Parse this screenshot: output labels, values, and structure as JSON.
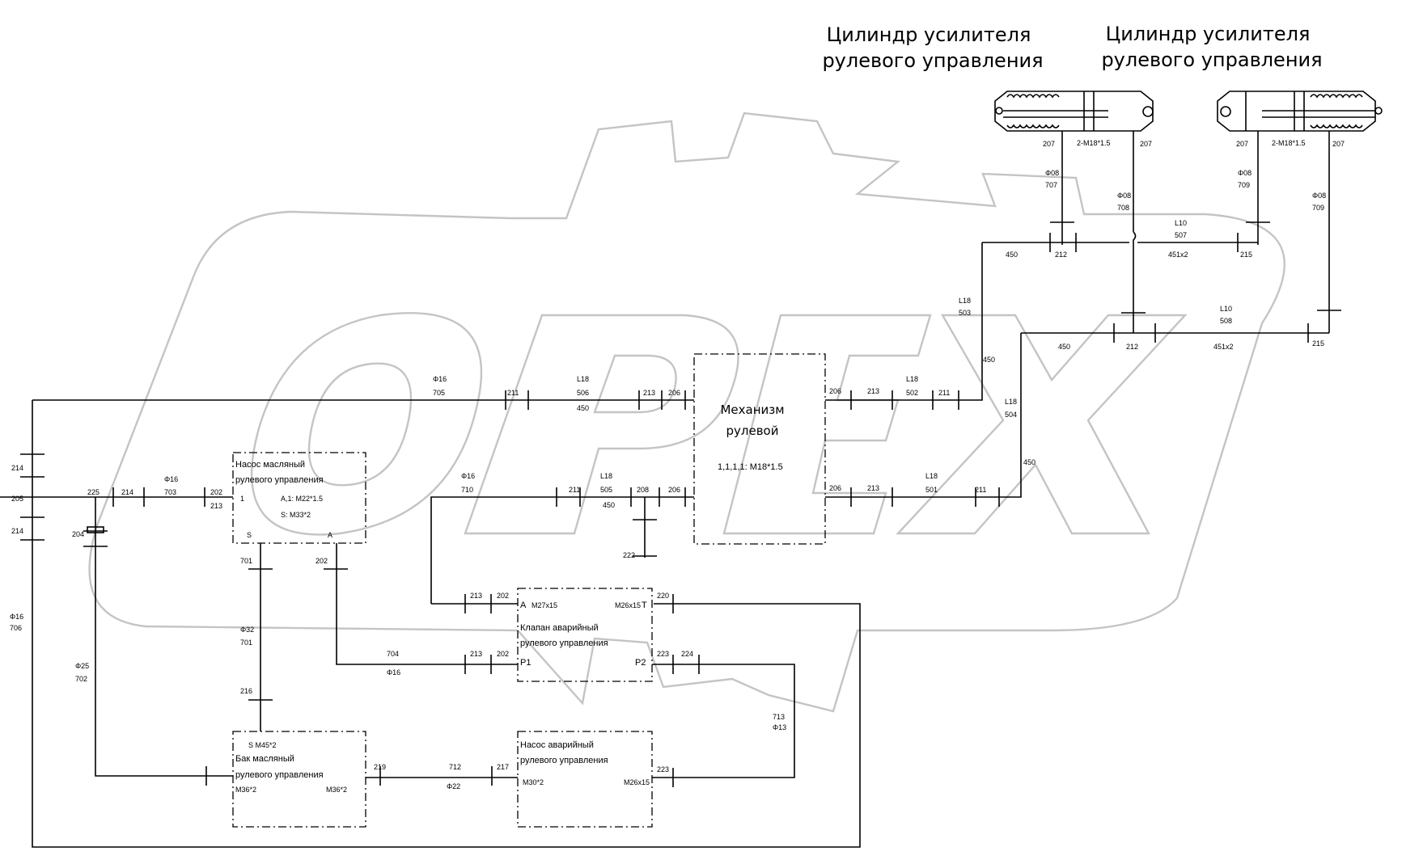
{
  "titles": {
    "cyl_left_1": "Цилиндр усилителя",
    "cyl_left_2": "рулевого управления",
    "cyl_right_1": "Цилиндр усилителя",
    "cyl_right_2": "рулевого управления"
  },
  "blocks": {
    "mech_1": "Механизм",
    "mech_2": "рулевой",
    "mech_spec": "1,1,1,1: M18*1.5",
    "pump_1": "Насос масляный",
    "pump_2": "рулевого управления",
    "pump_spec1": "A,1: M22*1.5",
    "pump_spec2": "S: M33*2",
    "pump_port_1": "1",
    "pump_port_s": "S",
    "pump_port_a": "A",
    "valve_1": "Клапан аварийный",
    "valve_2": "рулевого управления",
    "valve_a": "A",
    "valve_a_spec": "M27x15",
    "valve_t_spec": "M26x15",
    "valve_t": "T",
    "valve_p1": "P1",
    "valve_p2": "P2",
    "tank_spec": "S  M45*2",
    "tank_1": "Бак масляный",
    "tank_2": "рулевого управления",
    "tank_spec_l": "M36*2",
    "tank_spec_r": "M36*2",
    "epump_1": "Насос аварийный",
    "epump_2": "рулевого управления",
    "epump_spec_l": "M30*2",
    "epump_spec_r": "M26x15",
    "cyl_thread_l": "2-M18*1.5",
    "cyl_thread_r": "2-M18*1.5"
  },
  "labels": {
    "c207a": "207",
    "c207b": "207",
    "c207c": "207",
    "c207d": "207",
    "phi707": "Φ08",
    "n707": "707",
    "phi708": "Φ08",
    "n708": "708",
    "phi709a": "Φ08",
    "n709a": "709",
    "phi709b": "Φ08",
    "n709b": "709",
    "l10a": "L10",
    "n507": "507",
    "l10b": "L10",
    "n508": "508",
    "u450a": "450",
    "u212a": "212",
    "u451a": "451x2",
    "u215a": "215",
    "u450b": "450",
    "u212b": "212",
    "u451b": "451x2",
    "u215b": "215",
    "l18_503": "L18",
    "n503": "503",
    "v450a": "450",
    "l18_504": "L18",
    "n504": "504",
    "v450b": "450",
    "phi705": "Φ16",
    "n705": "705",
    "t211a": "211",
    "l18_506": "L18",
    "n506": "506",
    "u450c": "450",
    "t213a": "213",
    "t206a": "206",
    "t206b": "206",
    "t213b": "213",
    "l18_502": "L18",
    "n502": "502",
    "t211b": "211",
    "phi710": "Φ16",
    "n710": "710",
    "t211c": "211",
    "l18_505": "L18",
    "n505": "505",
    "u450d": "450",
    "t208": "208",
    "t206c": "206",
    "t222": "222",
    "t206d": "206",
    "t213c": "213",
    "l18_501": "L18",
    "n501": "501",
    "t211d": "211",
    "t214a": "214",
    "t205": "205",
    "t214b": "214",
    "t204": "204",
    "t225": "225",
    "t214c": "214",
    "phi703": "Φ16",
    "n703": "703",
    "t202a": "202",
    "t213d": "213",
    "phi706": "Φ16",
    "n706": "706",
    "t701": "701",
    "t202b": "202",
    "phi701": "Φ32",
    "n701": "701",
    "phi702": "Φ25",
    "n702": "702",
    "t216": "216",
    "t213e": "213",
    "t202c": "202",
    "t220": "220",
    "n704": "704",
    "phi704": "Φ16",
    "t213f": "213",
    "t202d": "202",
    "t223a": "223",
    "t224": "224",
    "n713": "713",
    "phi713": "Φ13",
    "t219": "219",
    "n712": "712",
    "phi712": "Φ22",
    "t217": "217",
    "t223b": "223"
  }
}
